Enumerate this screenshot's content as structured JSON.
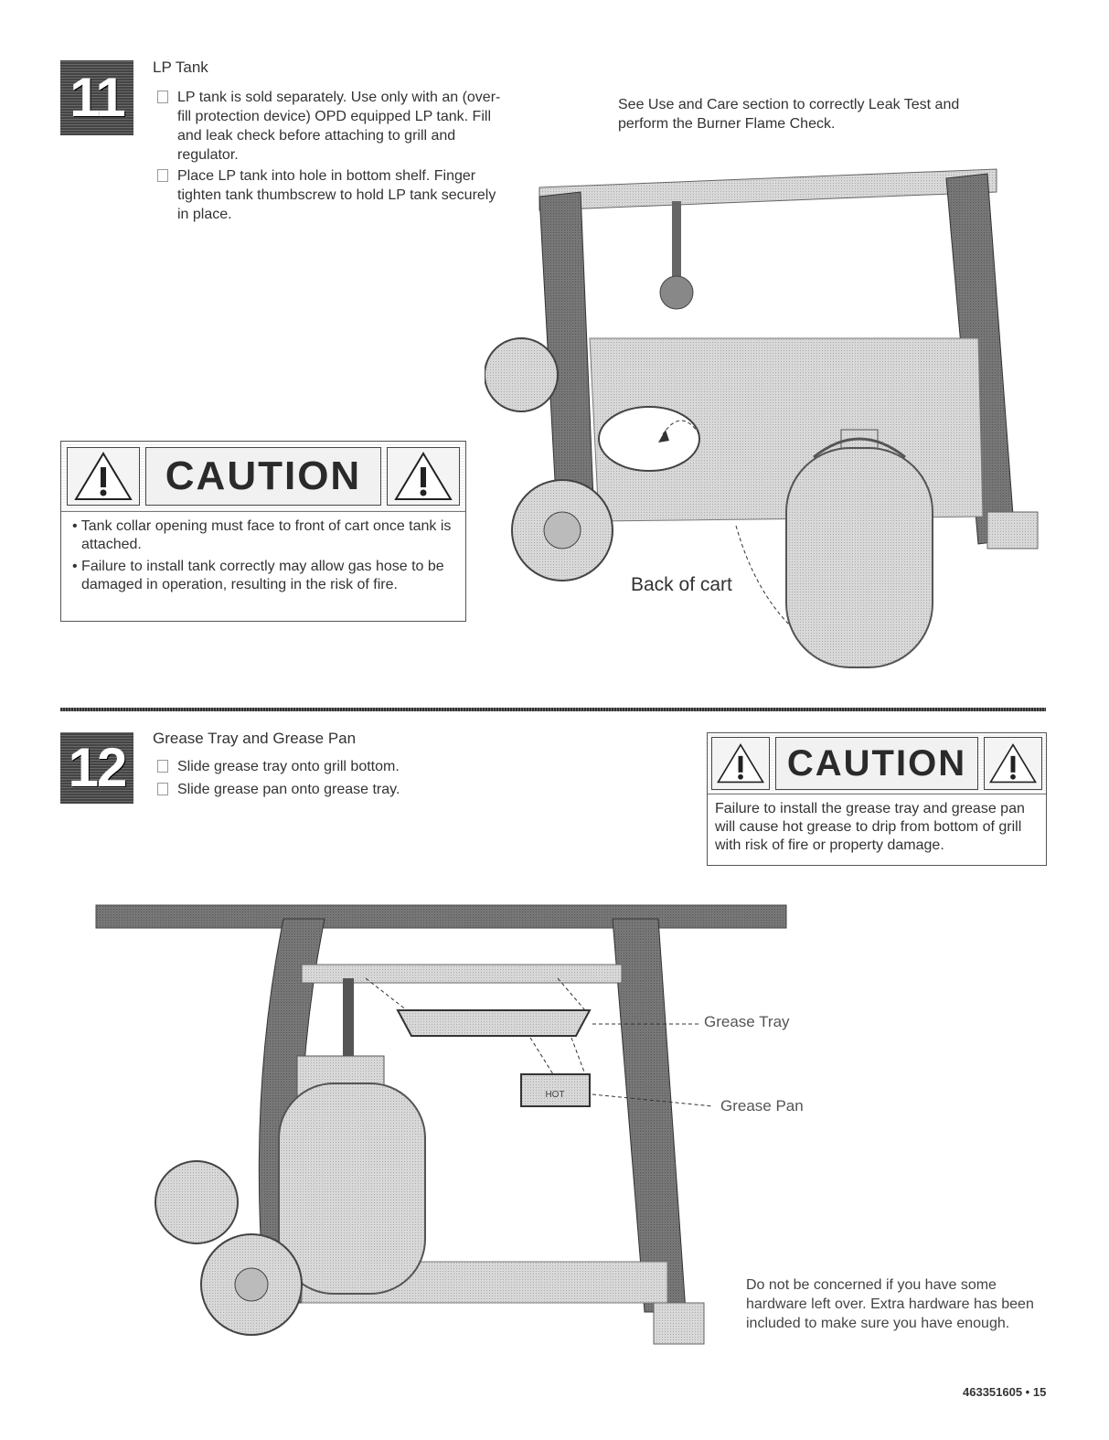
{
  "step11": {
    "number": "11",
    "title": "LP Tank",
    "items": [
      "LP tank is sold separately. Use only with an (over-fill protection device) OPD equipped LP tank. Fill and leak check before attaching to grill and regulator.",
      "Place LP tank into hole in bottom shelf. Finger tighten tank thumbscrew to hold LP tank securely in place."
    ],
    "side_note": "See Use and Care section to correctly Leak Test and perform the Burner Flame Check.",
    "caution": {
      "heading": "CAUTION",
      "bullets": [
        "Tank collar opening must face to front of cart once tank is attached.",
        "Failure to install tank correctly may allow gas hose to be damaged in operation, resulting in the risk of fire."
      ]
    },
    "figure_label": "Back of cart"
  },
  "step12": {
    "number": "12",
    "title": "Grease Tray and Grease Pan",
    "items": [
      "Slide grease tray onto grill bottom.",
      "Slide grease pan onto grease tray."
    ],
    "caution": {
      "heading": "CAUTION",
      "text": "Failure to install the grease tray and grease pan will cause hot grease to drip from bottom of grill with risk of fire or property damage."
    },
    "labels": {
      "tray": "Grease Tray",
      "pan": "Grease Pan",
      "pan_marking": "HOT"
    },
    "note": "Do not be concerned if you have some hardware left over. Extra hardware has been included to make sure you have enough."
  },
  "footer": {
    "page": "463351605 • 15"
  }
}
